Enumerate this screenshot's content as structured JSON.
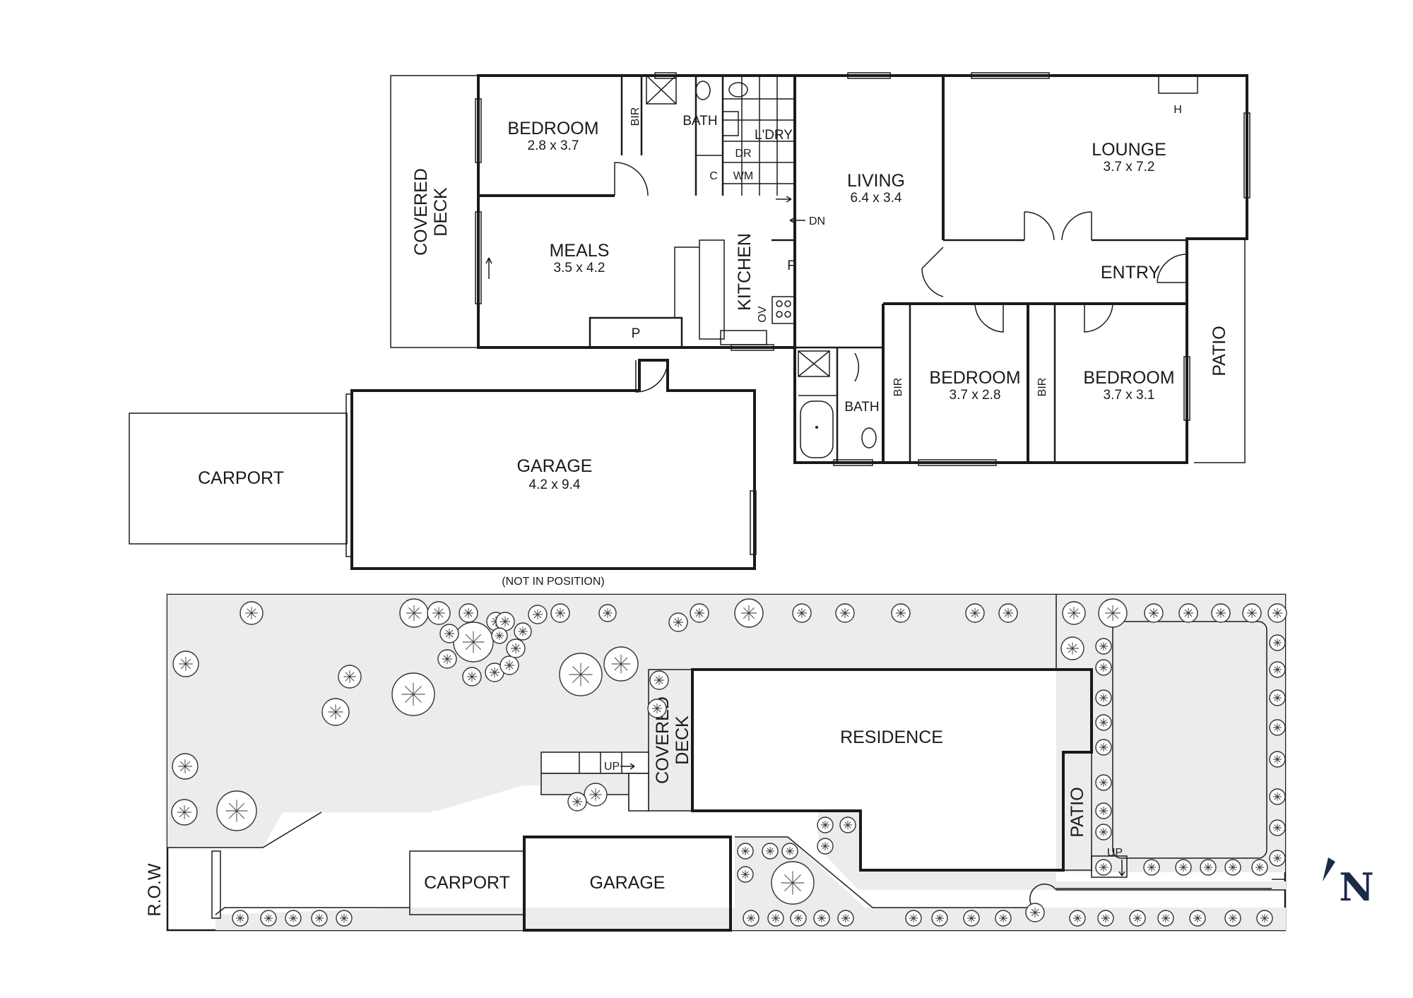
{
  "floor_plan": {
    "rooms": [
      {
        "id": "bedroom-1",
        "label": "BEDROOM",
        "dims": "2.8 x 3.7"
      },
      {
        "id": "meals",
        "label": "MEALS",
        "dims": "3.5 x 4.2"
      },
      {
        "id": "living",
        "label": "LIVING",
        "dims": "6.4 x 3.4"
      },
      {
        "id": "lounge",
        "label": "LOUNGE",
        "dims": "3.7 x 7.2"
      },
      {
        "id": "bedroom-2",
        "label": "BEDROOM",
        "dims": "3.7 x 2.8"
      },
      {
        "id": "bedroom-3",
        "label": "BEDROOM",
        "dims": "3.7 x 3.1"
      },
      {
        "id": "garage",
        "label": "GARAGE",
        "dims": "4.2 x 9.4"
      }
    ],
    "labels": {
      "bath_1": "BATH",
      "bath_2": "BATH",
      "laundry": "L'DRY",
      "dryer": "DR",
      "washer": "WM",
      "cupboard": "C",
      "bir_1": "BIR",
      "bir_2": "BIR",
      "bir_3": "BIR",
      "kitchen": "KITCHEN",
      "oven": "OV",
      "fridge": "F",
      "pantry": "P",
      "heater": "H",
      "down": "DN",
      "entry": "ENTRY",
      "patio": "PATIO",
      "covered_deck_line1": "COVERED",
      "covered_deck_line2": "DECK",
      "carport": "CARPORT",
      "not_in_position": "(NOT IN POSITION)"
    }
  },
  "site_plan": {
    "residence": "RESIDENCE",
    "covered_deck_line1": "COVERED",
    "covered_deck_line2": "DECK",
    "patio": "PATIO",
    "carport": "CARPORT",
    "garage": "GARAGE",
    "up_1": "UP",
    "up_2": "UP",
    "row": "R.O.W"
  },
  "north_arrow": {
    "label": "N"
  },
  "colors": {
    "wall": "#1a1a1a",
    "site_fill": "#ececec",
    "north_arrow": "#1b2a4a"
  }
}
